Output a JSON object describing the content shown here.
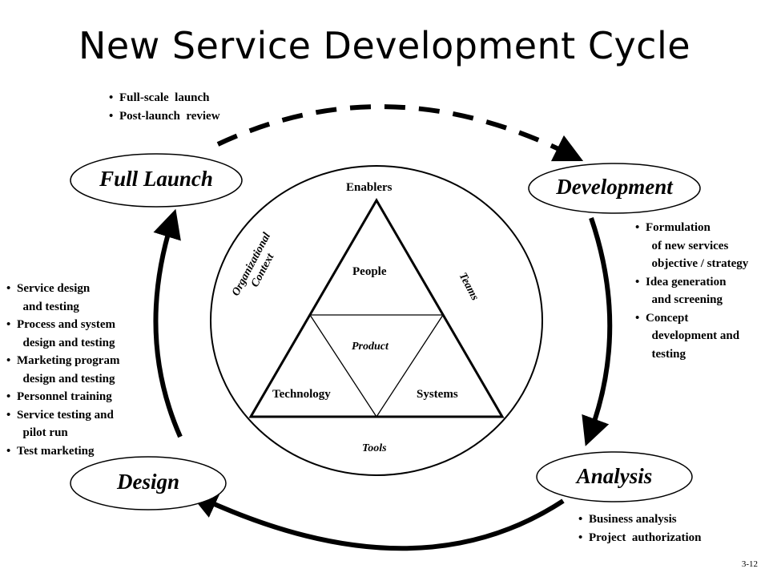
{
  "title": "New Service Development Cycle",
  "stages": {
    "full_launch": "Full Launch",
    "development": "Development",
    "analysis": "Analysis",
    "design": "Design"
  },
  "center": {
    "enablers": "Enablers",
    "people": "People",
    "product": "Product",
    "technology": "Technology",
    "systems": "Systems",
    "tools": "Tools",
    "teams": "Teams",
    "org_line1": "Organizational",
    "org_line2": "Context"
  },
  "bullets": {
    "full_launch": [
      "Full-scale  launch",
      "Post-launch  review"
    ],
    "development": [
      "Formulation\n  of new services\n  objective / strategy",
      "Idea generation\n  and screening",
      "Concept\n  development and\n  testing"
    ],
    "analysis": [
      "Business analysis",
      "Project  authorization"
    ],
    "design": [
      "Service design\n  and testing",
      "Process and system\n  design and testing",
      "Marketing program\n  design and testing",
      "Personnel training",
      "Service testing and\n  pilot run",
      "Test marketing"
    ]
  },
  "page_number": "3-12"
}
